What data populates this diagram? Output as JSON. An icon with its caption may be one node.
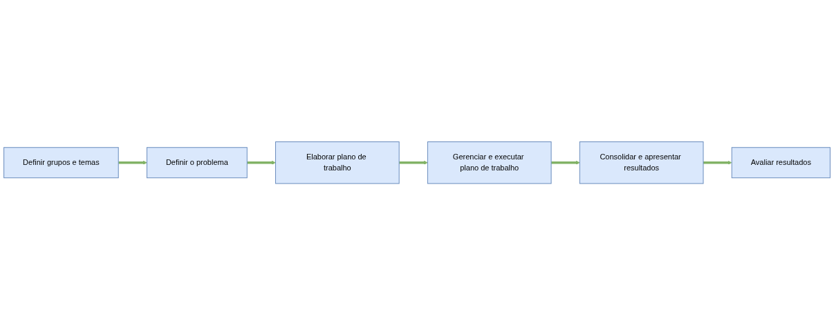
{
  "diagram": {
    "nodes": [
      {
        "text": [
          "Definir grupos e temas"
        ]
      },
      {
        "text": [
          "Definir o problema"
        ]
      },
      {
        "text": [
          "Elaborar plano de trabalho"
        ]
      },
      {
        "text": [
          "Gerenciar e executar plano de trabalho"
        ]
      },
      {
        "text": [
          "Consolidar e apresentar resultados"
        ]
      },
      {
        "text": [
          "Avaliar resultados"
        ]
      }
    ],
    "edges": [
      {
        "from": 0,
        "to": 1,
        "arrow": "to"
      },
      {
        "from": 1,
        "to": 2,
        "arrow": "to"
      },
      {
        "from": 2,
        "to": 3,
        "arrow": "to"
      },
      {
        "from": 3,
        "to": 4,
        "arrow": "to"
      },
      {
        "from": 4,
        "to": 5,
        "arrow": "to"
      }
    ]
  }
}
